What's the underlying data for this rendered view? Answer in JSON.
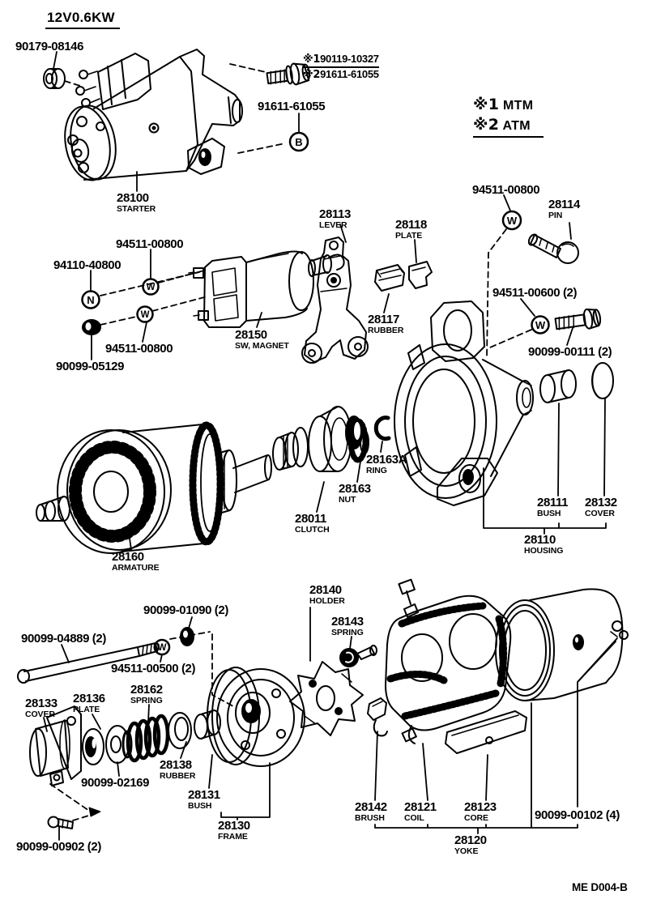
{
  "header": {
    "title": "12V0.6KW"
  },
  "top_bolt": {
    "lines": [
      {
        "marker": "※1",
        "number": "90119-10327"
      },
      {
        "marker": "※2",
        "number": "91611-61055"
      }
    ]
  },
  "legend": {
    "items": [
      {
        "marker": "※1",
        "text": "MTM"
      },
      {
        "marker": "※2",
        "text": "ATM"
      }
    ]
  },
  "icons": {
    "nut_letter": "N",
    "washer_letter": "W",
    "bolt_letter": "B"
  },
  "footer": {
    "code": "ME D004-B"
  },
  "parts": [
    {
      "number": "90179-08146"
    },
    {
      "number": "91611-61055"
    },
    {
      "number": "28100",
      "name": "STARTER"
    },
    {
      "number": "94511-00800"
    },
    {
      "number": "28114",
      "name": "PIN"
    },
    {
      "number": "28113",
      "name": "LEVER"
    },
    {
      "number": "28118",
      "name": "PLATE"
    },
    {
      "number": "94511-00800"
    },
    {
      "number": "94110-40800"
    },
    {
      "number": "94511-00600 (2)"
    },
    {
      "number": "28117",
      "name": "RUBBER"
    },
    {
      "number": "28150",
      "name": "SW, MAGNET"
    },
    {
      "number": "90099-00111 (2)"
    },
    {
      "number": "94511-00800"
    },
    {
      "number": "90099-05129"
    },
    {
      "number": "28163A",
      "name": "RING"
    },
    {
      "number": "28163",
      "name": "NUT"
    },
    {
      "number": "28011",
      "name": "CLUTCH"
    },
    {
      "number": "28111",
      "name": "BUSH"
    },
    {
      "number": "28132",
      "name": "COVER"
    },
    {
      "number": "28110",
      "name": "HOUSING"
    },
    {
      "number": "28160",
      "name": "ARMATURE"
    },
    {
      "number": "28140",
      "name": "HOLDER"
    },
    {
      "number": "90099-01090 (2)"
    },
    {
      "number": "28143",
      "name": "SPRING"
    },
    {
      "number": "90099-04889 (2)"
    },
    {
      "number": "94511-00500 (2)"
    },
    {
      "number": "28133",
      "name": "COVER"
    },
    {
      "number": "28136",
      "name": "PLATE"
    },
    {
      "number": "28162",
      "name": "SPRING"
    },
    {
      "number": "28138",
      "name": "RUBBER"
    },
    {
      "number": "90099-02169"
    },
    {
      "number": "28131",
      "name": "BUSH"
    },
    {
      "number": "28130",
      "name": "FRAME"
    },
    {
      "number": "90099-00902 (2)"
    },
    {
      "number": "28142",
      "name": "BRUSH"
    },
    {
      "number": "28121",
      "name": "COIL"
    },
    {
      "number": "28123",
      "name": "CORE"
    },
    {
      "number": "90099-00102 (4)"
    },
    {
      "number": "28120",
      "name": "YOKE"
    }
  ]
}
